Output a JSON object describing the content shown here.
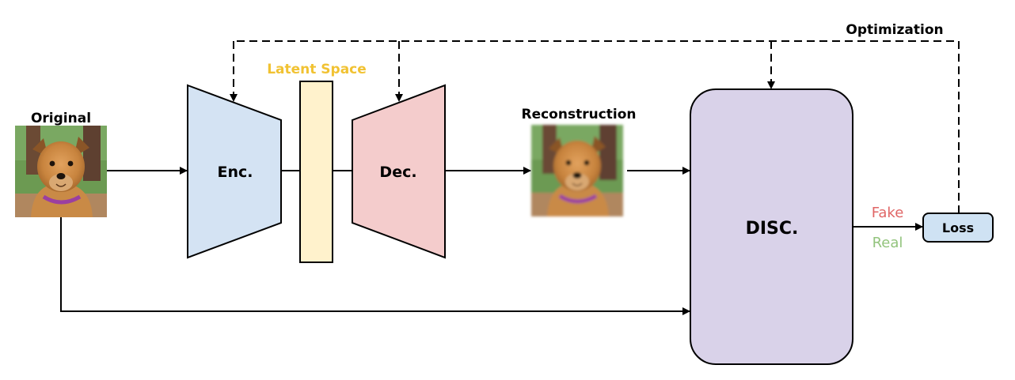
{
  "labels": {
    "original": "Original",
    "latent_space": "Latent Space",
    "encoder": "Enc.",
    "decoder": "Dec.",
    "reconstruction": "Reconstruction",
    "discriminator": "DISC.",
    "fake": "Fake",
    "real": "Real",
    "loss": "Loss",
    "optimization": "Optimization"
  },
  "images": {
    "original": "dog-photo",
    "reconstruction": "dog-photo-blurred"
  },
  "colors": {
    "encoder_fill": "#d4e3f3",
    "decoder_fill": "#f4cccc",
    "latent_fill": "#fff2cc",
    "latent_label": "#f1c232",
    "discriminator_fill": "#d9d2e9",
    "loss_fill": "#cfe2f3",
    "fake_label": "#e06666",
    "real_label": "#93c47d"
  }
}
